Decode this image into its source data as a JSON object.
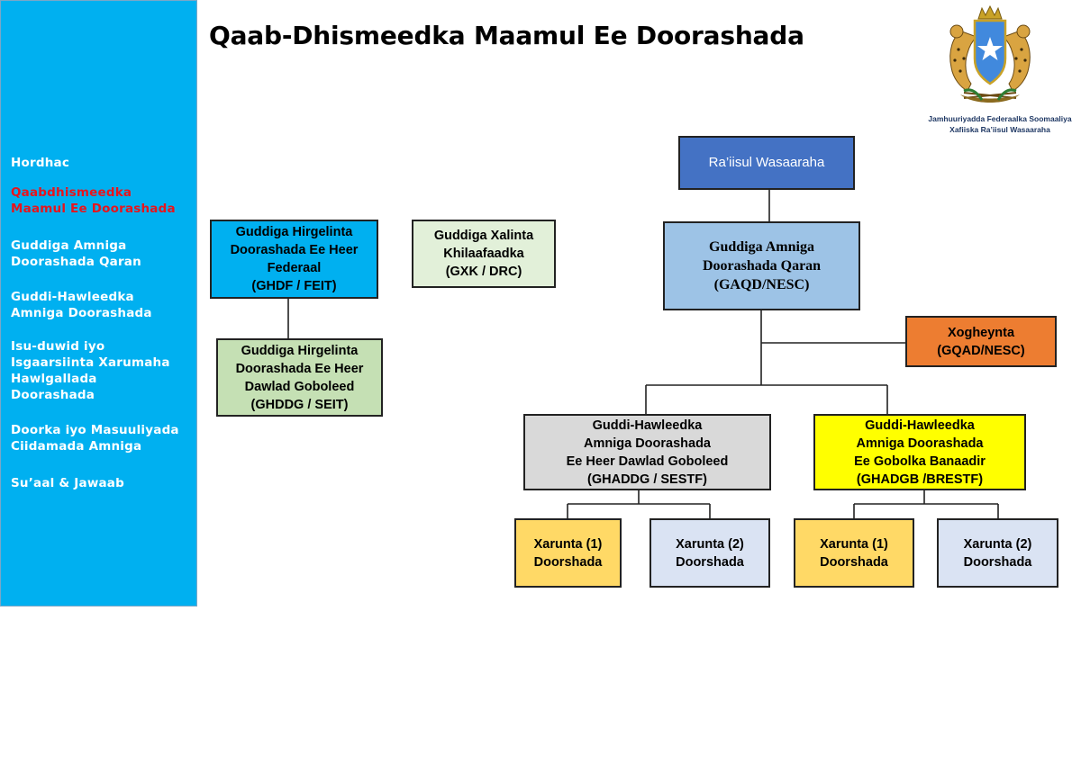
{
  "title": "Qaab-Dhismeedka Maamul Ee Doorashada",
  "sidebar": {
    "items": [
      {
        "label": "Hordhac",
        "active": false
      },
      {
        "label": "Qaabdhismeedka\nMaamul Ee Doorashada",
        "active": true
      },
      {
        "label": "Guddiga  Amniga\nDoorashada Qaran",
        "active": false
      },
      {
        "label": "Guddi-Hawleedka\nAmniga  Doorashada",
        "active": false
      },
      {
        "label": "Isu-duwid  iyo\nIsgaarsiinta  Xarumaha\nHawlgallada\nDoorashada",
        "active": false
      },
      {
        "label": "Doorka iyo Masuuliyada\nCiidamada  Amniga",
        "active": false
      },
      {
        "label": "Su’aal & Jawaab",
        "active": false
      }
    ]
  },
  "emblem": {
    "name": "somalia-coat-of-arms",
    "caption_line1": "Jamhuuriyadda Federaalka Soomaaliya",
    "caption_line2": "Xafiiska Ra’iisul Wasaaraha"
  },
  "colors": {
    "sidebar": "#00b0f0",
    "active_nav": "#e8141c",
    "pm": "#4472c4",
    "nesc": "#9dc3e6",
    "secretariat": "#ed7d31",
    "ghdf": "#00b0f0",
    "ghddg": "#c5e0b4",
    "gxk": "#e2f0d9",
    "ghaddg": "#d9d9d9",
    "ghadgb": "#ffff00",
    "center1": "#ffd966",
    "center2": "#dae3f3"
  },
  "org": {
    "pm": [
      "Ra’iisul Wasaaraha"
    ],
    "nesc": [
      "Guddiga Amniga",
      "Doorashada Qaran",
      "(GAQD/NESC)"
    ],
    "secretariat": [
      "Xogheynta",
      "(GQAD/NESC)"
    ],
    "ghdf": [
      "Guddiga Hirgelinta",
      "Doorashada Ee Heer",
      "Federaal",
      "(GHDF / FEIT)"
    ],
    "ghddg": [
      "Guddiga Hirgelinta",
      "Doorashada Ee Heer",
      "Dawlad Goboleed",
      "(GHDDG / SEIT)"
    ],
    "gxk": [
      "Guddiga Xalinta",
      "Khilaafaadka",
      "(GXK / DRC)"
    ],
    "ghaddg": [
      "Guddi-Hawleedka",
      "Amniga Doorashada",
      "Ee Heer Dawlad Goboleed",
      "(GHADDG / SESTF)"
    ],
    "ghadgb": [
      "Guddi-Hawleedka",
      "Amniga Doorashada",
      "Ee Gobolka Banaadir",
      "(GHADGB /BRESTF)"
    ],
    "center_a1": [
      "Xarunta (1)",
      "Doorshada"
    ],
    "center_a2": [
      "Xarunta (2)",
      "Doorshada"
    ],
    "center_b1": [
      "Xarunta (1)",
      "Doorshada"
    ],
    "center_b2": [
      "Xarunta (2)",
      "Doorshada"
    ]
  }
}
